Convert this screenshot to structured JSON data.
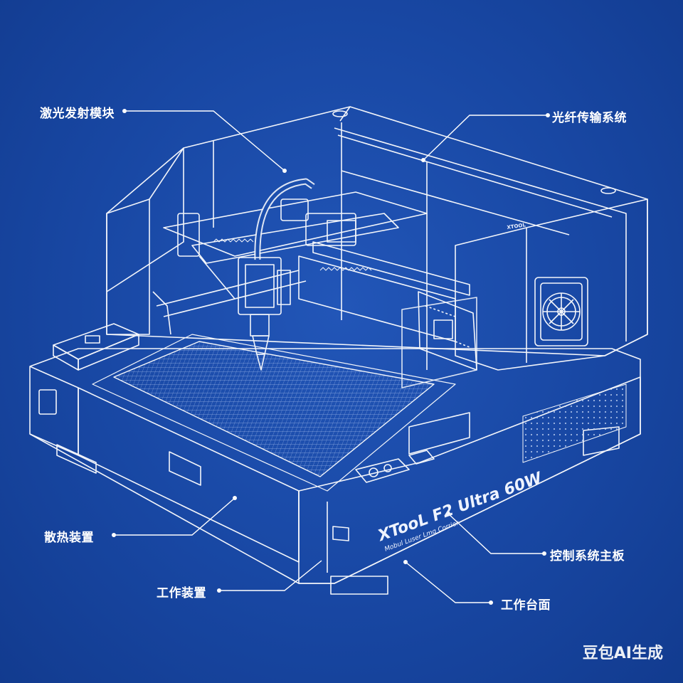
{
  "callouts": {
    "laser_module": "激光发射模块",
    "fiber_transmission": "光纤传输系统",
    "heat_dissipation": "散热装置",
    "working_device": "工作装置",
    "control_board": "控制系统主板",
    "work_table": "工作台面"
  },
  "machine": {
    "model_name": "XTooL F2 Ultra 60W",
    "subtitle": "Mobul Luser Lmg Corrier",
    "panel_text": "XTOOL"
  },
  "watermark": "豆包AI生成",
  "colors": {
    "background": "#1a4aa6",
    "line": "#ffffff"
  }
}
